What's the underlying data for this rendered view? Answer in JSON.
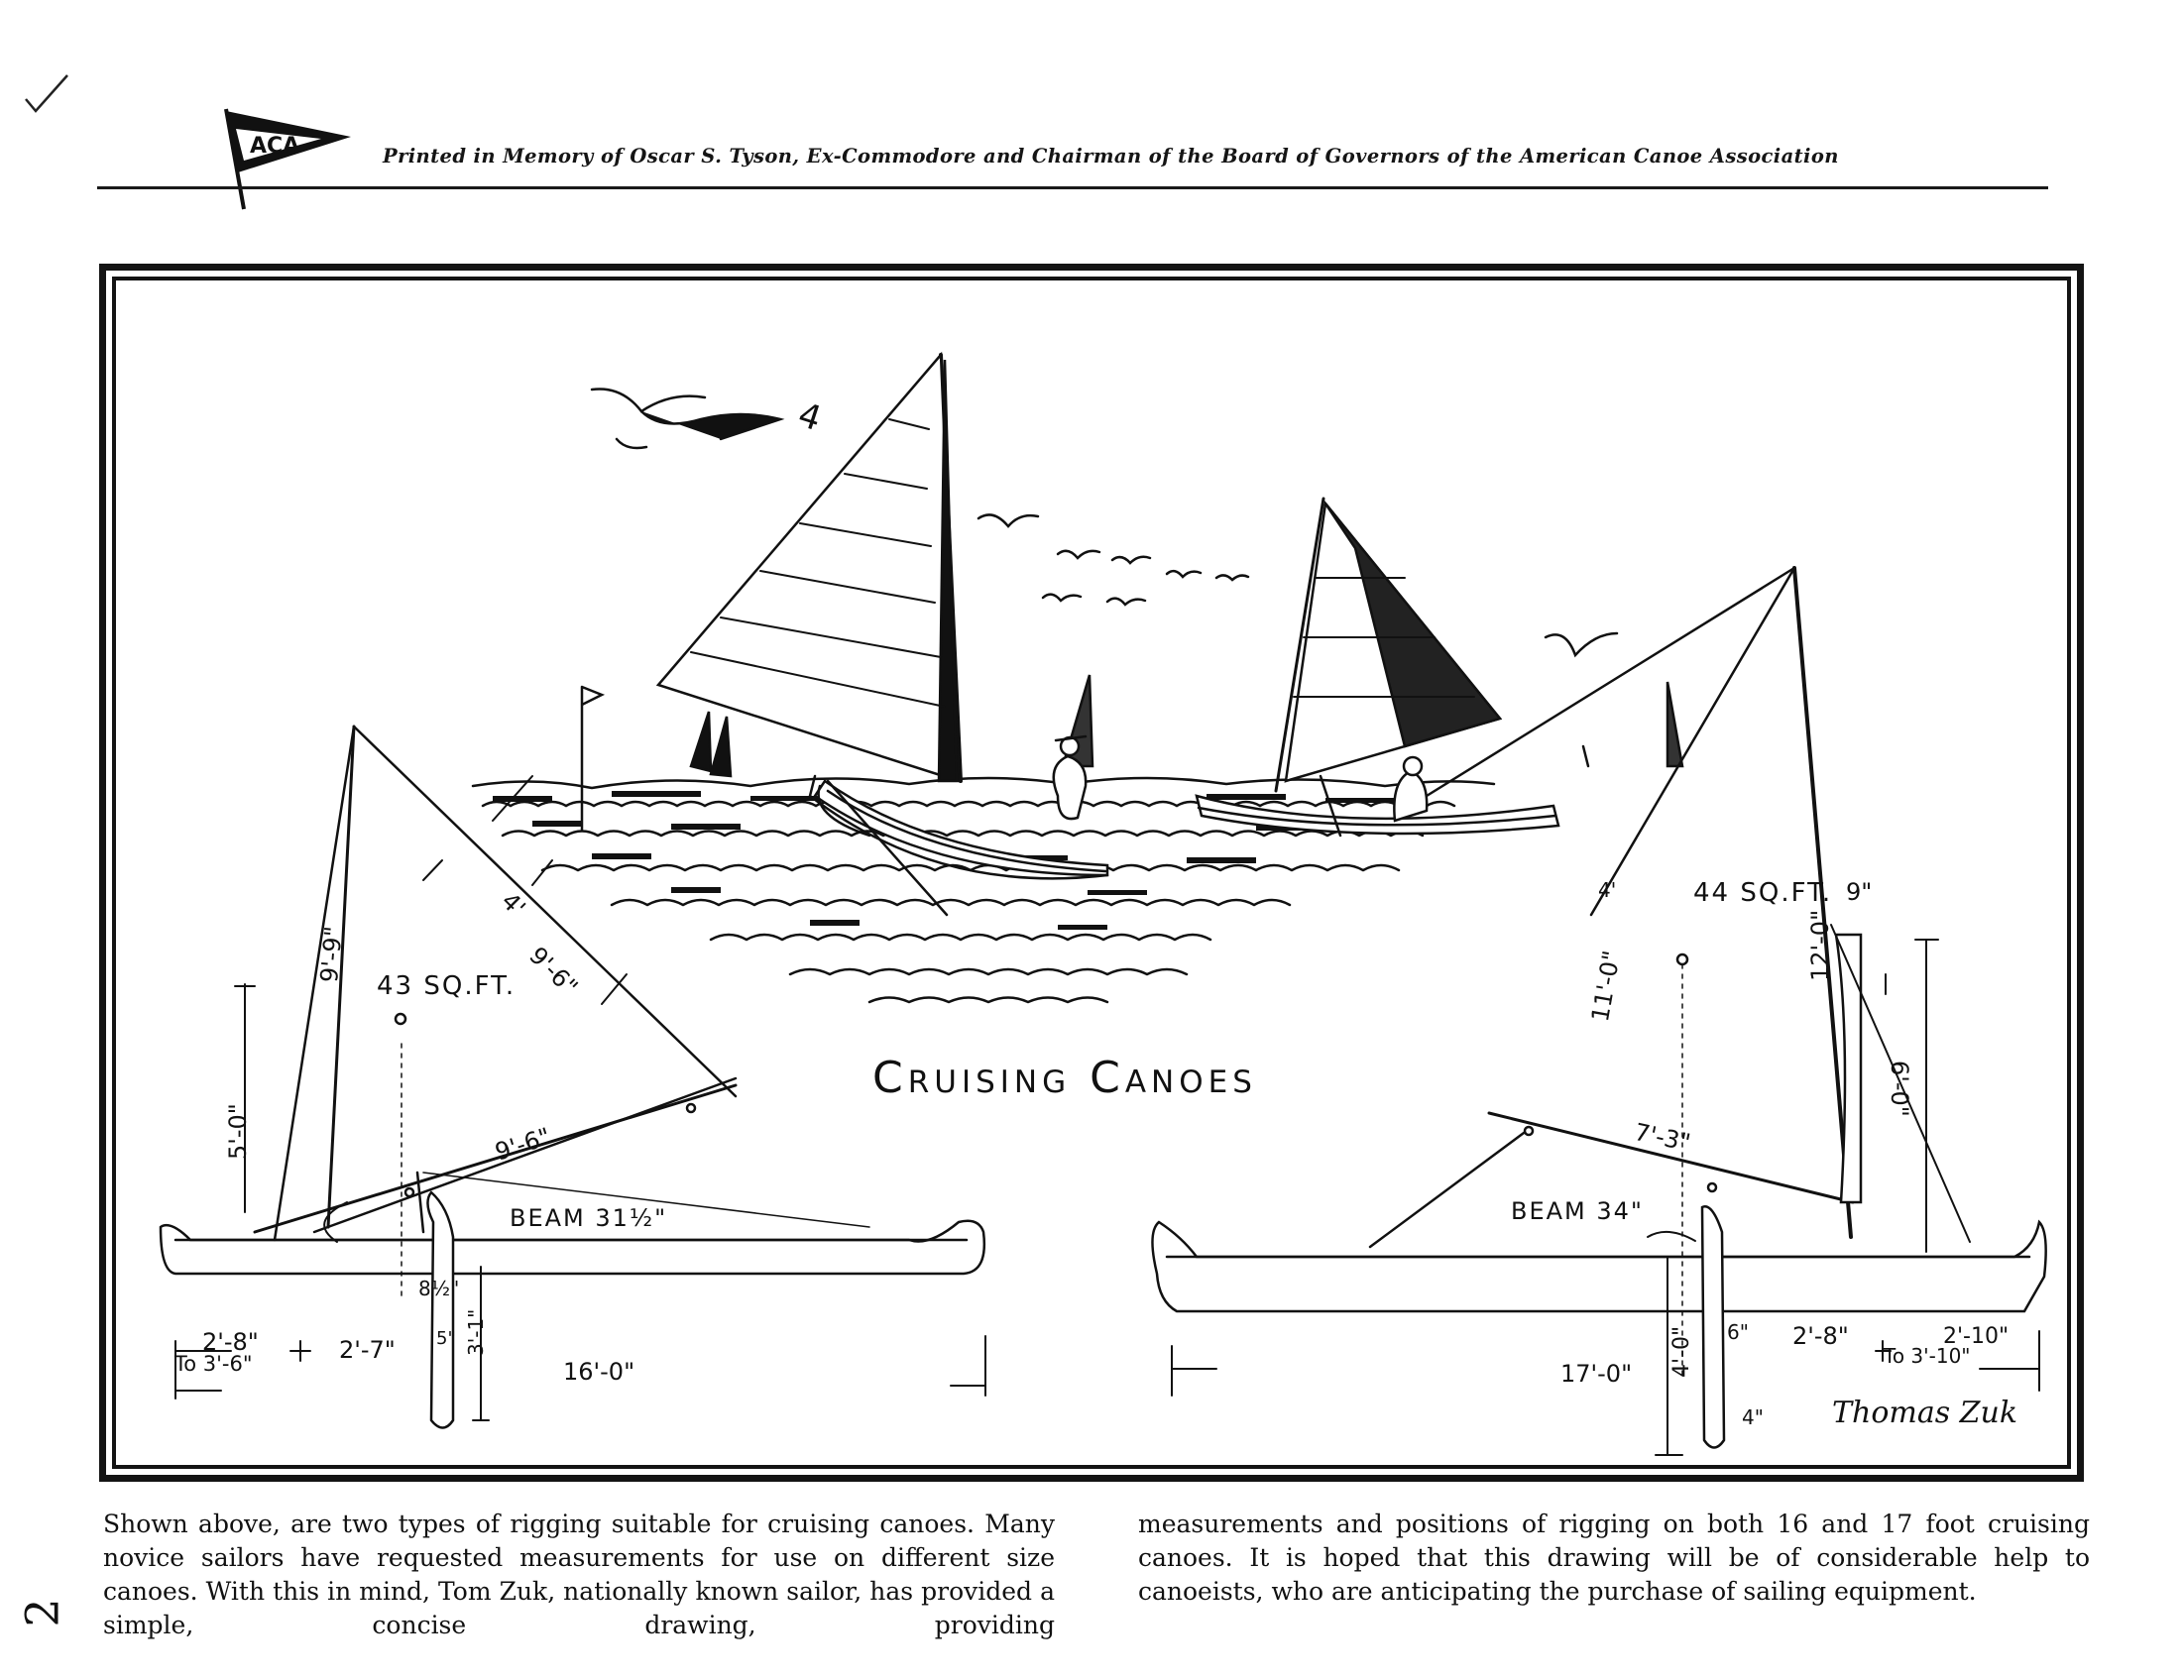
{
  "header": {
    "flag_text": "ACA",
    "memorial_text": "Printed in Memory of Oscar S. Tyson, Ex-Commodore and Chairman of the Board of Governors of the American Canoe Association"
  },
  "drawing": {
    "title": "Cruising Canoes",
    "signature": "Thomas Zuk",
    "sail_number": "4",
    "left_canoe": {
      "sail_area": "43 SQ.FT.",
      "beam": "BEAM 31½\"",
      "mast_height": "9'-9\"",
      "yard": "9'-6\"",
      "leach": "9'-6\"",
      "reef": "4'",
      "mast_step": "5'-0\"",
      "station_1": "2'-8\"",
      "station_1_range": "To 3'-6\"",
      "station_2": "2'-7\"",
      "leeboard_width": "8½\"",
      "leeboard_1": "5\"",
      "leeboard_2": "3'-1\"",
      "length": "16'-0\""
    },
    "right_canoe": {
      "sail_area": "44 SQ.FT.",
      "mast_height": "12'-0\"",
      "top": "9\"",
      "luff": "11'-0\"",
      "head": "4'",
      "boom": "7'-3\"",
      "mast_step": "6'-0\"",
      "beam": "BEAM 34\"",
      "station_1": "2'-8\"",
      "station_2": "2'-10\"",
      "station_2_range": "To 3'-10\"",
      "leeboard_1": "6\"",
      "leeboard_2": "4'-0\"",
      "leeboard_3": "4\"",
      "length": "17'-0\""
    }
  },
  "caption": {
    "left": "Shown above, are two types of rigging suitable for cruising canoes. Many novice sailors have requested measurements for use on different size canoes. With this in mind, Tom Zuk, nationally known sailor, has provided a simple, concise drawing, providing",
    "right": "measurements and positions of rigging on both 16 and 17 foot cruising canoes. It is hoped that this drawing will be of considerable help to canoeists, who are anticipating the purchase of sailing equipment."
  },
  "page_number": "2"
}
